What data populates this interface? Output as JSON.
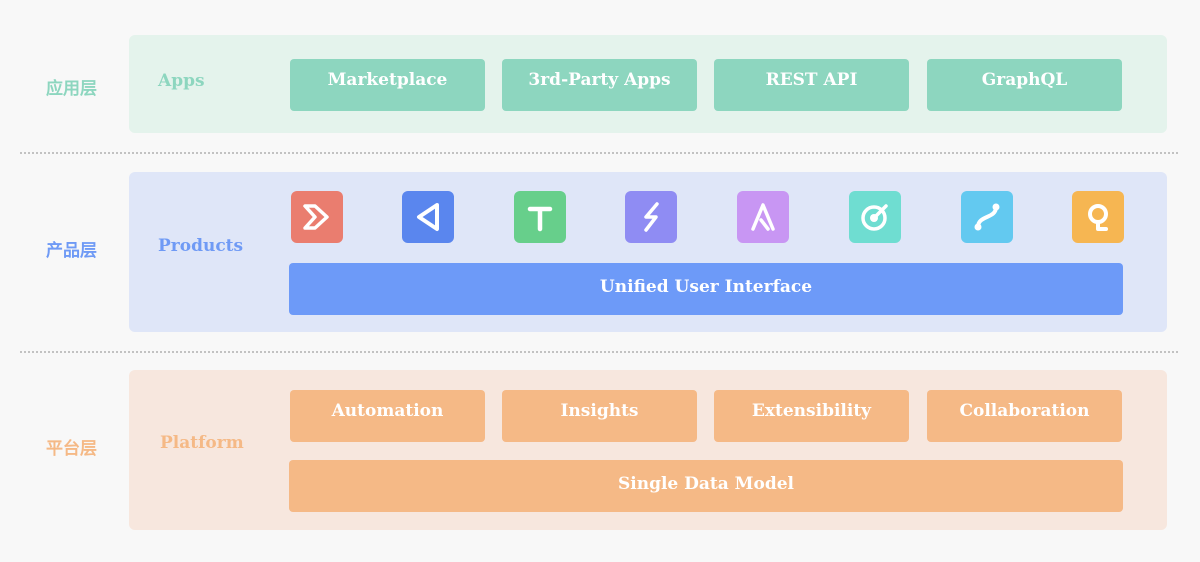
{
  "app_layer": {
    "tag": "应用层",
    "title": "Apps",
    "items": [
      "Marketplace",
      "3rd-Party Apps",
      "REST API",
      "GraphQL"
    ]
  },
  "product_layer": {
    "tag": "产品层",
    "title": "Products",
    "icons": [
      {
        "name": "chevron-logo-icon",
        "color": "#ea7d6f"
      },
      {
        "name": "triangle-logo-icon",
        "color": "#5a86ee"
      },
      {
        "name": "t-logo-icon",
        "color": "#67cf8b"
      },
      {
        "name": "leaf-logo-icon",
        "color": "#8f8cf3"
      },
      {
        "name": "a-logo-icon",
        "color": "#c896f3"
      },
      {
        "name": "target-logo-icon",
        "color": "#6fddd1"
      },
      {
        "name": "path-logo-icon",
        "color": "#63c9f0"
      },
      {
        "name": "q-logo-icon",
        "color": "#f6b652"
      }
    ],
    "bar": "Unified User Interface"
  },
  "platform_layer": {
    "tag": "平台层",
    "title": "Platform",
    "items": [
      "Automation",
      "Insights",
      "Extensibility",
      "Collaboration"
    ],
    "bar": "Single Data Model"
  },
  "colors": {
    "apps": "#8dd6bf",
    "products": "#6f9af5",
    "platform": "#f5b986"
  }
}
